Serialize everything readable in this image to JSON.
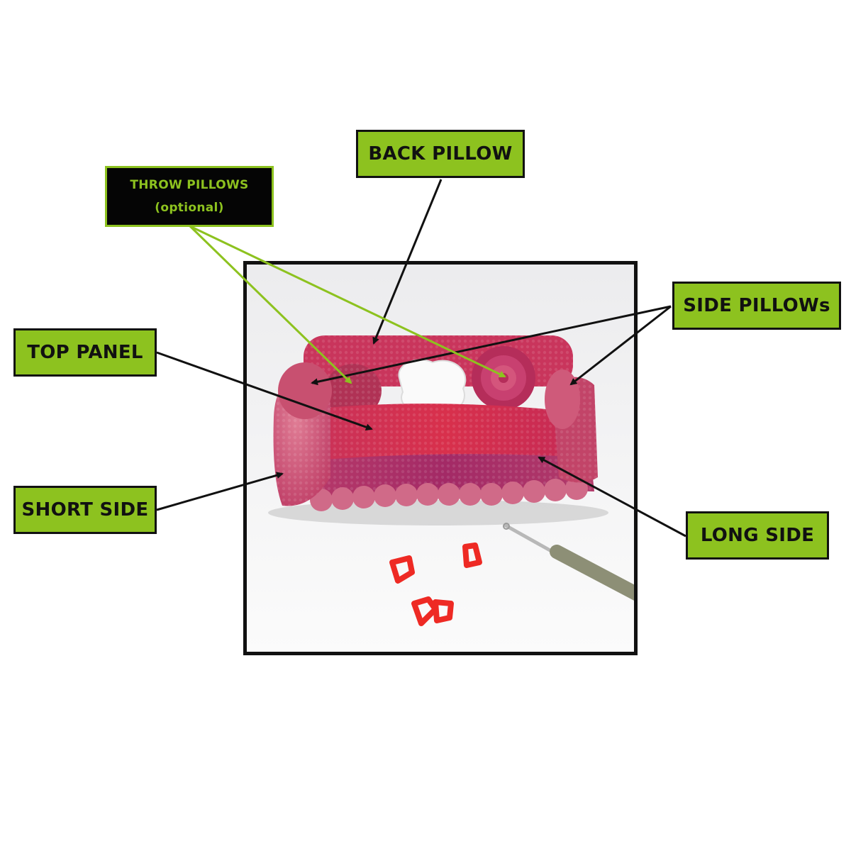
{
  "labels": {
    "back_pillow": "BACK PILLOW",
    "throw_pillows": "THROW PILLOWS",
    "throw_pillows_note": "(optional)",
    "top_panel": "TOP PANEL",
    "side_pillows": "SIDE PILLOWs",
    "short_side": "SHORT SIDE",
    "long_side": "LONG SIDE"
  },
  "colors": {
    "label_green": "#8dc21f",
    "label_dark": "#050505",
    "arrow_dark": "#111111",
    "arrow_green": "#8dc21f"
  },
  "photo": {
    "subject": "crochet-sofa-tissue-cover"
  }
}
